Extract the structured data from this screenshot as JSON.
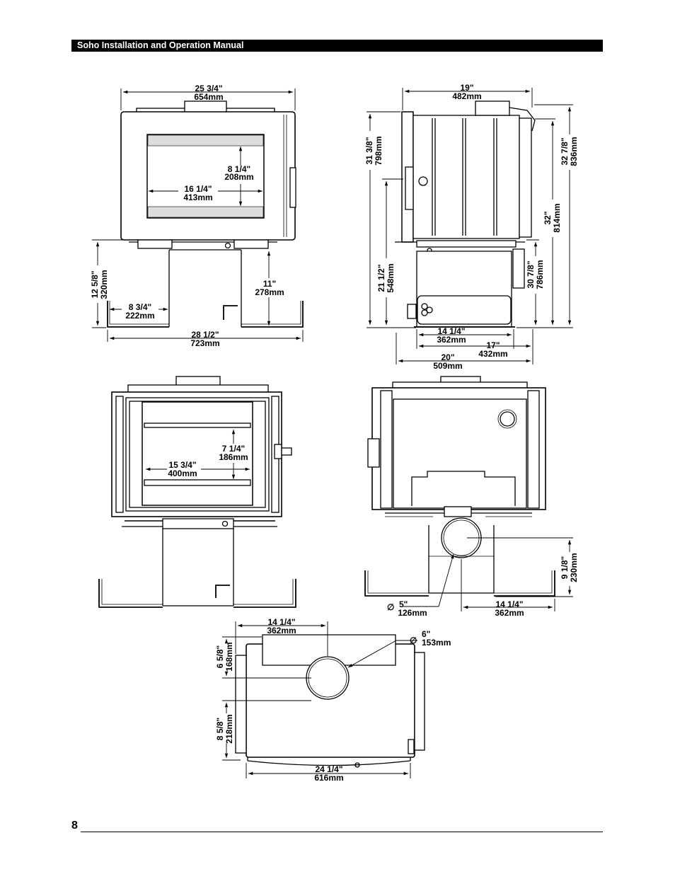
{
  "header": {
    "title": "Soho Installation and Operation Manual"
  },
  "page": {
    "number": "8"
  },
  "dimensions": {
    "front": {
      "width_in": "25  3/4\"",
      "width_mm": "654mm",
      "glass_h_in": "8  1/4\"",
      "glass_h_mm": "208mm",
      "glass_w_in": "16  1/4\"",
      "glass_w_mm": "413mm",
      "ped_h_in": "12  5/8\"",
      "ped_h_mm": "320mm",
      "ped_inner_in": "11\"",
      "ped_inner_mm": "278mm",
      "leg_in": "8  3/4\"",
      "leg_mm": "222mm",
      "base_w_in": "28  1/2\"",
      "base_w_mm": "723mm"
    },
    "side": {
      "depth_in": "19\"",
      "depth_mm": "482mm",
      "h1_in": "31  3/8\"",
      "h1_mm": "798mm",
      "h2_in": "21  1/2\"",
      "h2_mm": "548mm",
      "h3_in": "32  7/8\"",
      "h3_mm": "836mm",
      "h4_in": "32\"",
      "h4_mm": "814mm",
      "h5_in": "30  7/8\"",
      "h5_mm": "786mm",
      "d1_in": "14  1/4\"",
      "d1_mm": "362mm",
      "d2_in": "17\"",
      "d2_mm": "432mm",
      "d3_in": "20\"",
      "d3_mm": "509mm"
    },
    "open_front": {
      "h_in": "7  1/4\"",
      "h_mm": "186mm",
      "w_in": "15  3/4\"",
      "w_mm": "400mm"
    },
    "rear": {
      "flue_in": "5\"",
      "flue_mm": "126mm",
      "diameter_symbol": "∅",
      "flue_h_in": "9  1/8\"",
      "flue_h_mm": "230mm",
      "flue_x_in": "14  1/4\"",
      "flue_x_mm": "362mm"
    },
    "top": {
      "w1_in": "14  1/4\"",
      "w1_mm": "362mm",
      "dia_in": "6\"",
      "dia_mm": "153mm",
      "diameter_symbol": "∅",
      "d1_in": "6  5/8\"",
      "d1_mm": "168mm",
      "d2_in": "8  5/8\"",
      "d2_mm": "218mm",
      "w2_in": "24  1/4\"",
      "w2_mm": "616mm"
    }
  }
}
